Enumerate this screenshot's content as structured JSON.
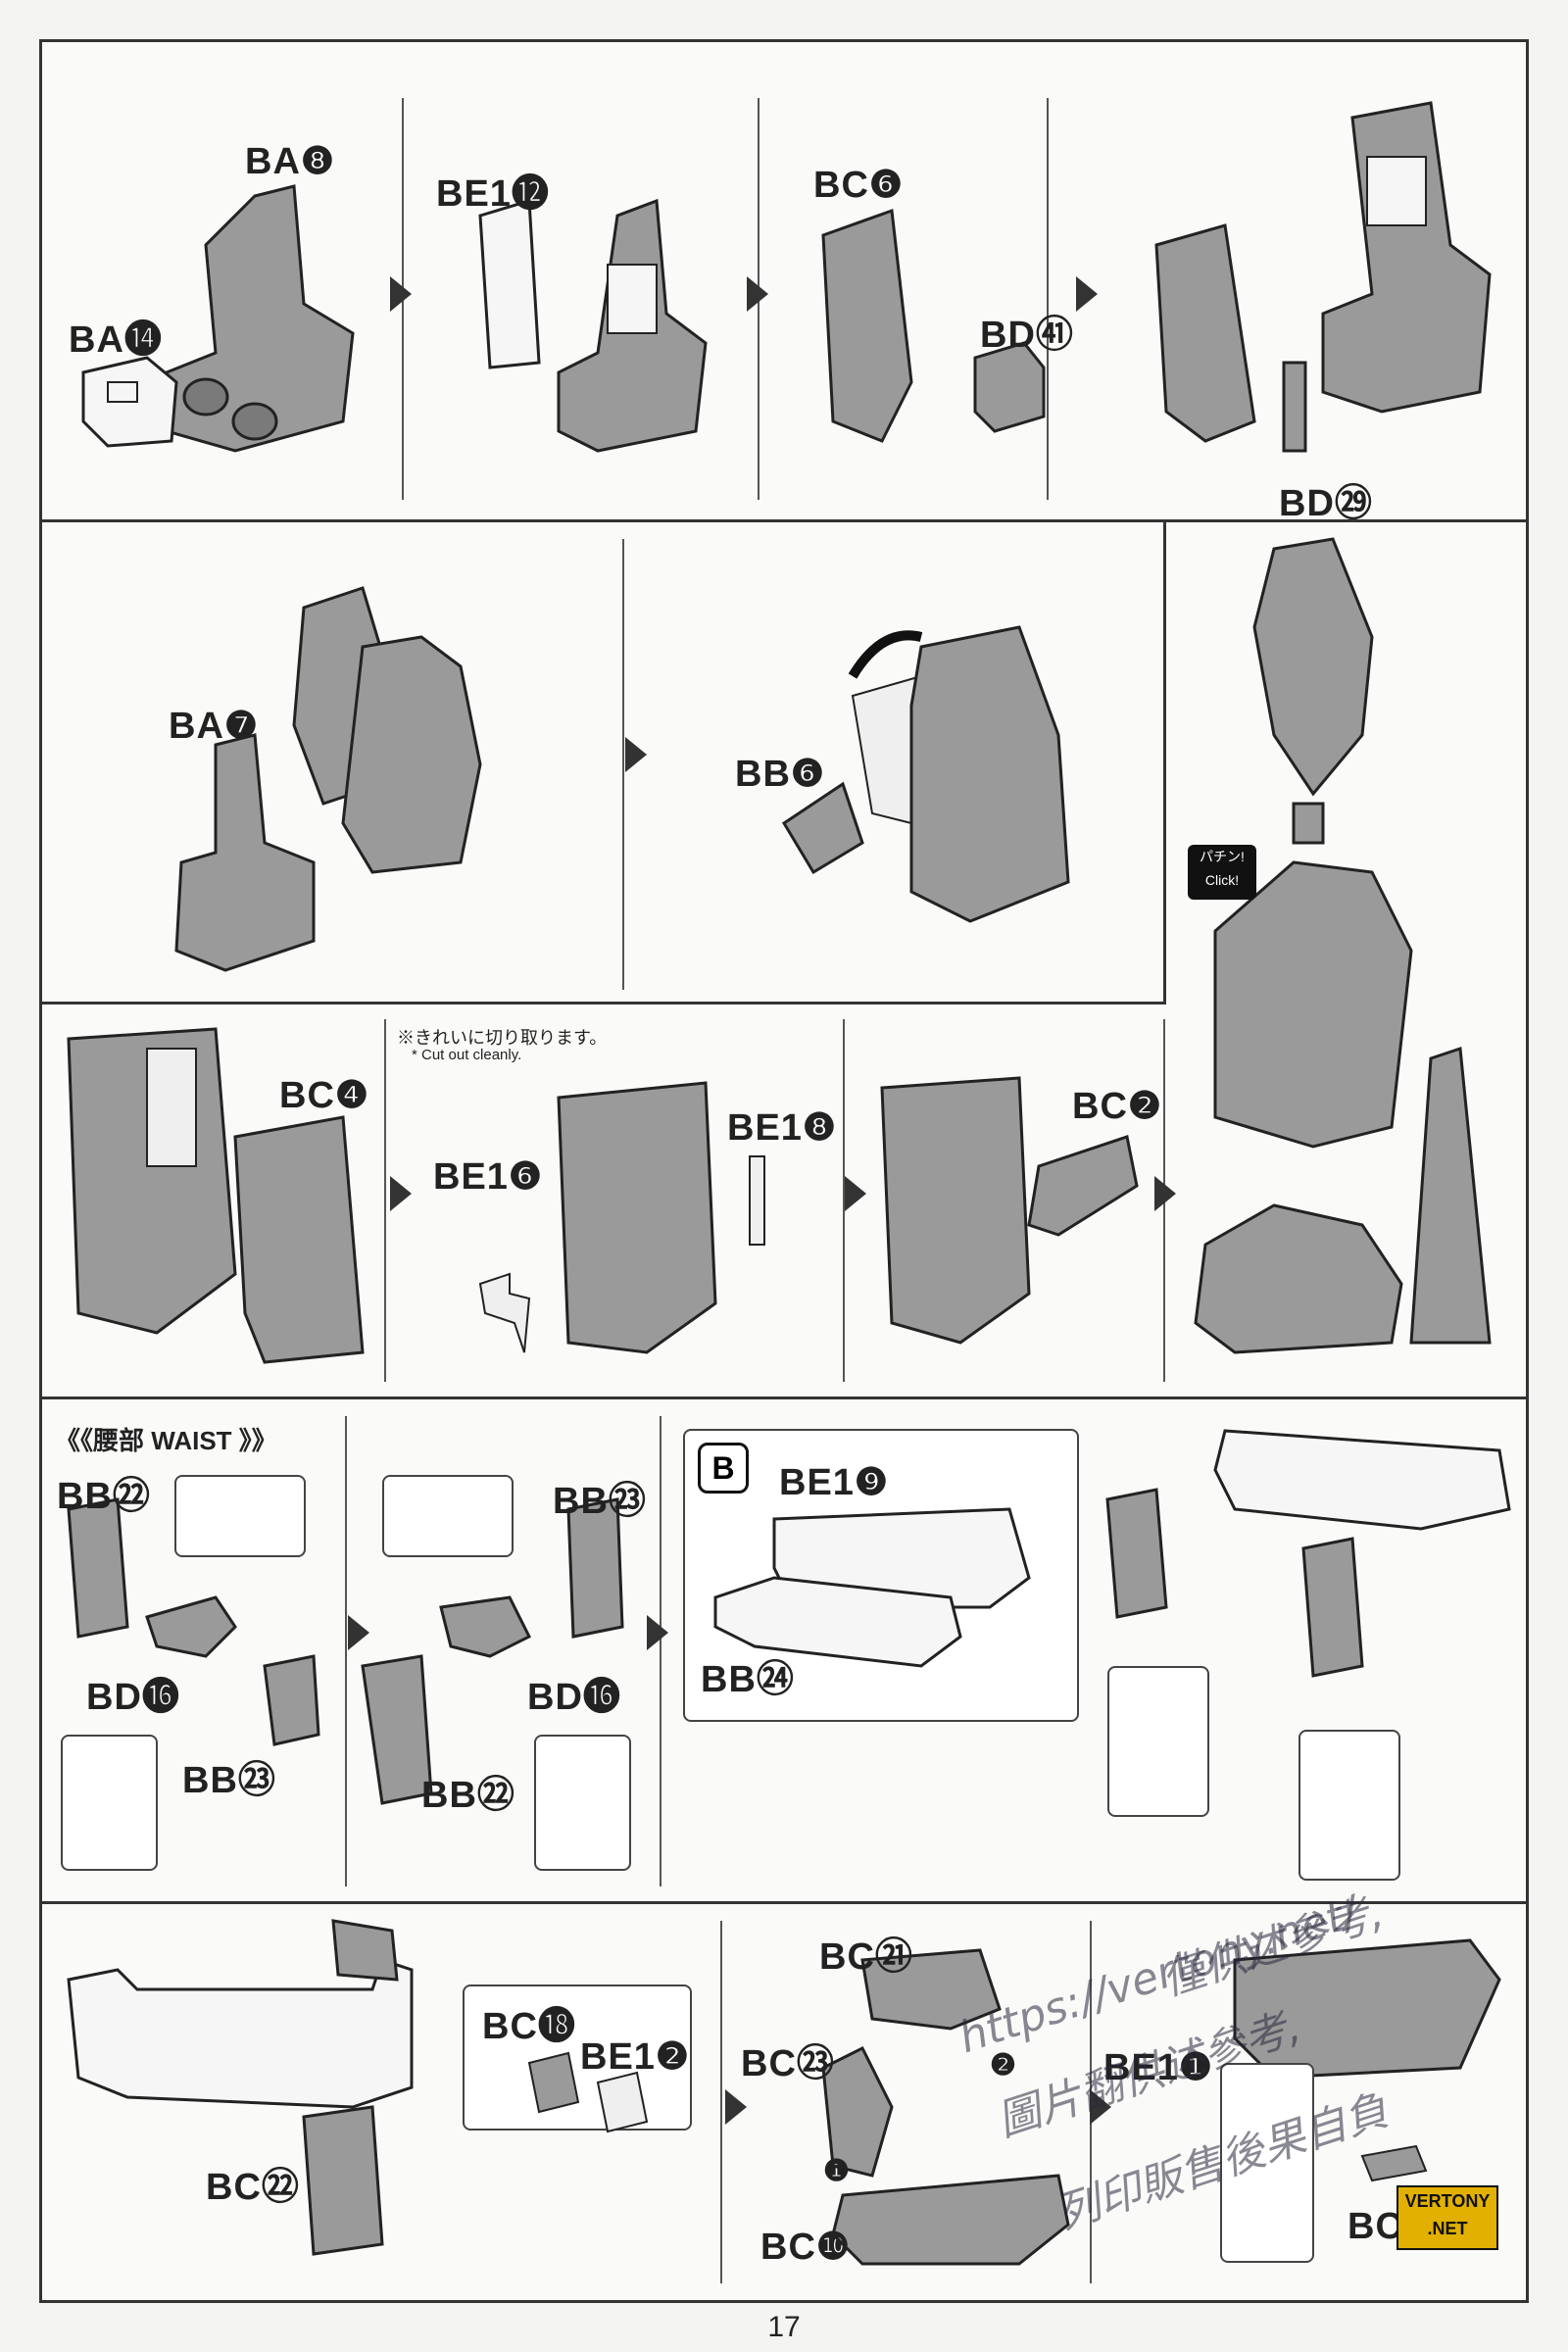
{
  "page": {
    "number": "17"
  },
  "parts": {
    "r1_ba8": "BA❽",
    "r1_ba14": "BA⓮",
    "r1_be12": "BE1⓬",
    "r1_bc6": "BC❻",
    "r1_bd41": "BD㊶",
    "r1_bd29": "BD㉙",
    "r2_ba7": "BA❼",
    "r2_bb6": "BB❻",
    "r3_bc4": "BC❹",
    "r3_be16": "BE1❻",
    "r3_be18": "BE1❽",
    "r3_bc2": "BC❷",
    "r4_bb22a": "BB㉒",
    "r4_bd16a": "BD⓰",
    "r4_bb23a": "BB㉓",
    "r4_bb23b": "BB㉓",
    "r4_bd16b": "BD⓰",
    "r4_bb22b": "BB㉒",
    "r4_be19": "BE1❾",
    "r4_bb24": "BB㉔",
    "r5_bc18": "BC⓲",
    "r5_be12": "BE1❷",
    "r5_bc22": "BC㉒",
    "r5_bc21": "BC㉑",
    "r5_bc23": "BC㉓",
    "r5_bc10": "BC❿",
    "r5_be11": "BE1❶",
    "r5_bc24": "BC㉔"
  },
  "notes": {
    "cut_jp": "※きれいに切り取ります。",
    "cut_en": "* Cut out cleanly.",
    "click_jp": "パチン!",
    "click_en": "Click!"
  },
  "section": {
    "waist_title": "《《腰部 WAIST 》》",
    "badge": "B"
  },
  "steps": {
    "one": "❶",
    "two": "❷"
  },
  "watermark": {
    "url": "https://vertony.net/",
    "line1": "僅供述參考,",
    "line2": "圖片翻供述參考,",
    "line3": "列印販售後果自負"
  },
  "logo": {
    "line1": "VERTONY",
    "line2": ".NET"
  }
}
